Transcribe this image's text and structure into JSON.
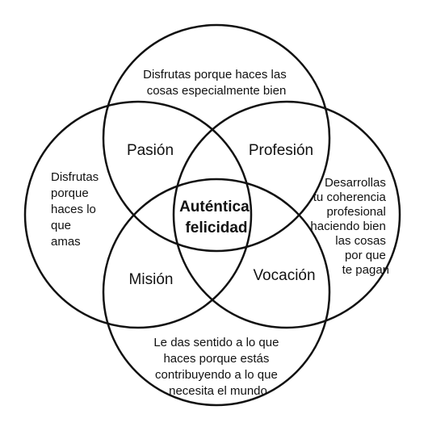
{
  "diagram": {
    "colors": {
      "stroke": "#111111",
      "background": "#ffffff",
      "text": "#111111"
    },
    "circles": [
      {
        "id": "top",
        "description": [
          "Disfrutas porque haces las",
          "cosas especialmente bien"
        ]
      },
      {
        "id": "left",
        "description": [
          "Disfrutas",
          "porque",
          "haces lo",
          "que",
          "amas"
        ]
      },
      {
        "id": "right",
        "description": [
          "Desarrollas",
          "tu coherencia",
          "profesional",
          "haciendo bien",
          "las cosas",
          "por que",
          "te pagan"
        ]
      },
      {
        "id": "bottom",
        "description": [
          "Le das sentido a lo que",
          "haces porque estás",
          "contribuyendo a lo que",
          "necesita el mundo"
        ]
      }
    ],
    "overlaps": {
      "top_left": "Pasión",
      "top_right": "Profesión",
      "bottom_left": "Misión",
      "bottom_right": "Vocación"
    },
    "center": [
      "Auténtica",
      "felicidad"
    ]
  }
}
